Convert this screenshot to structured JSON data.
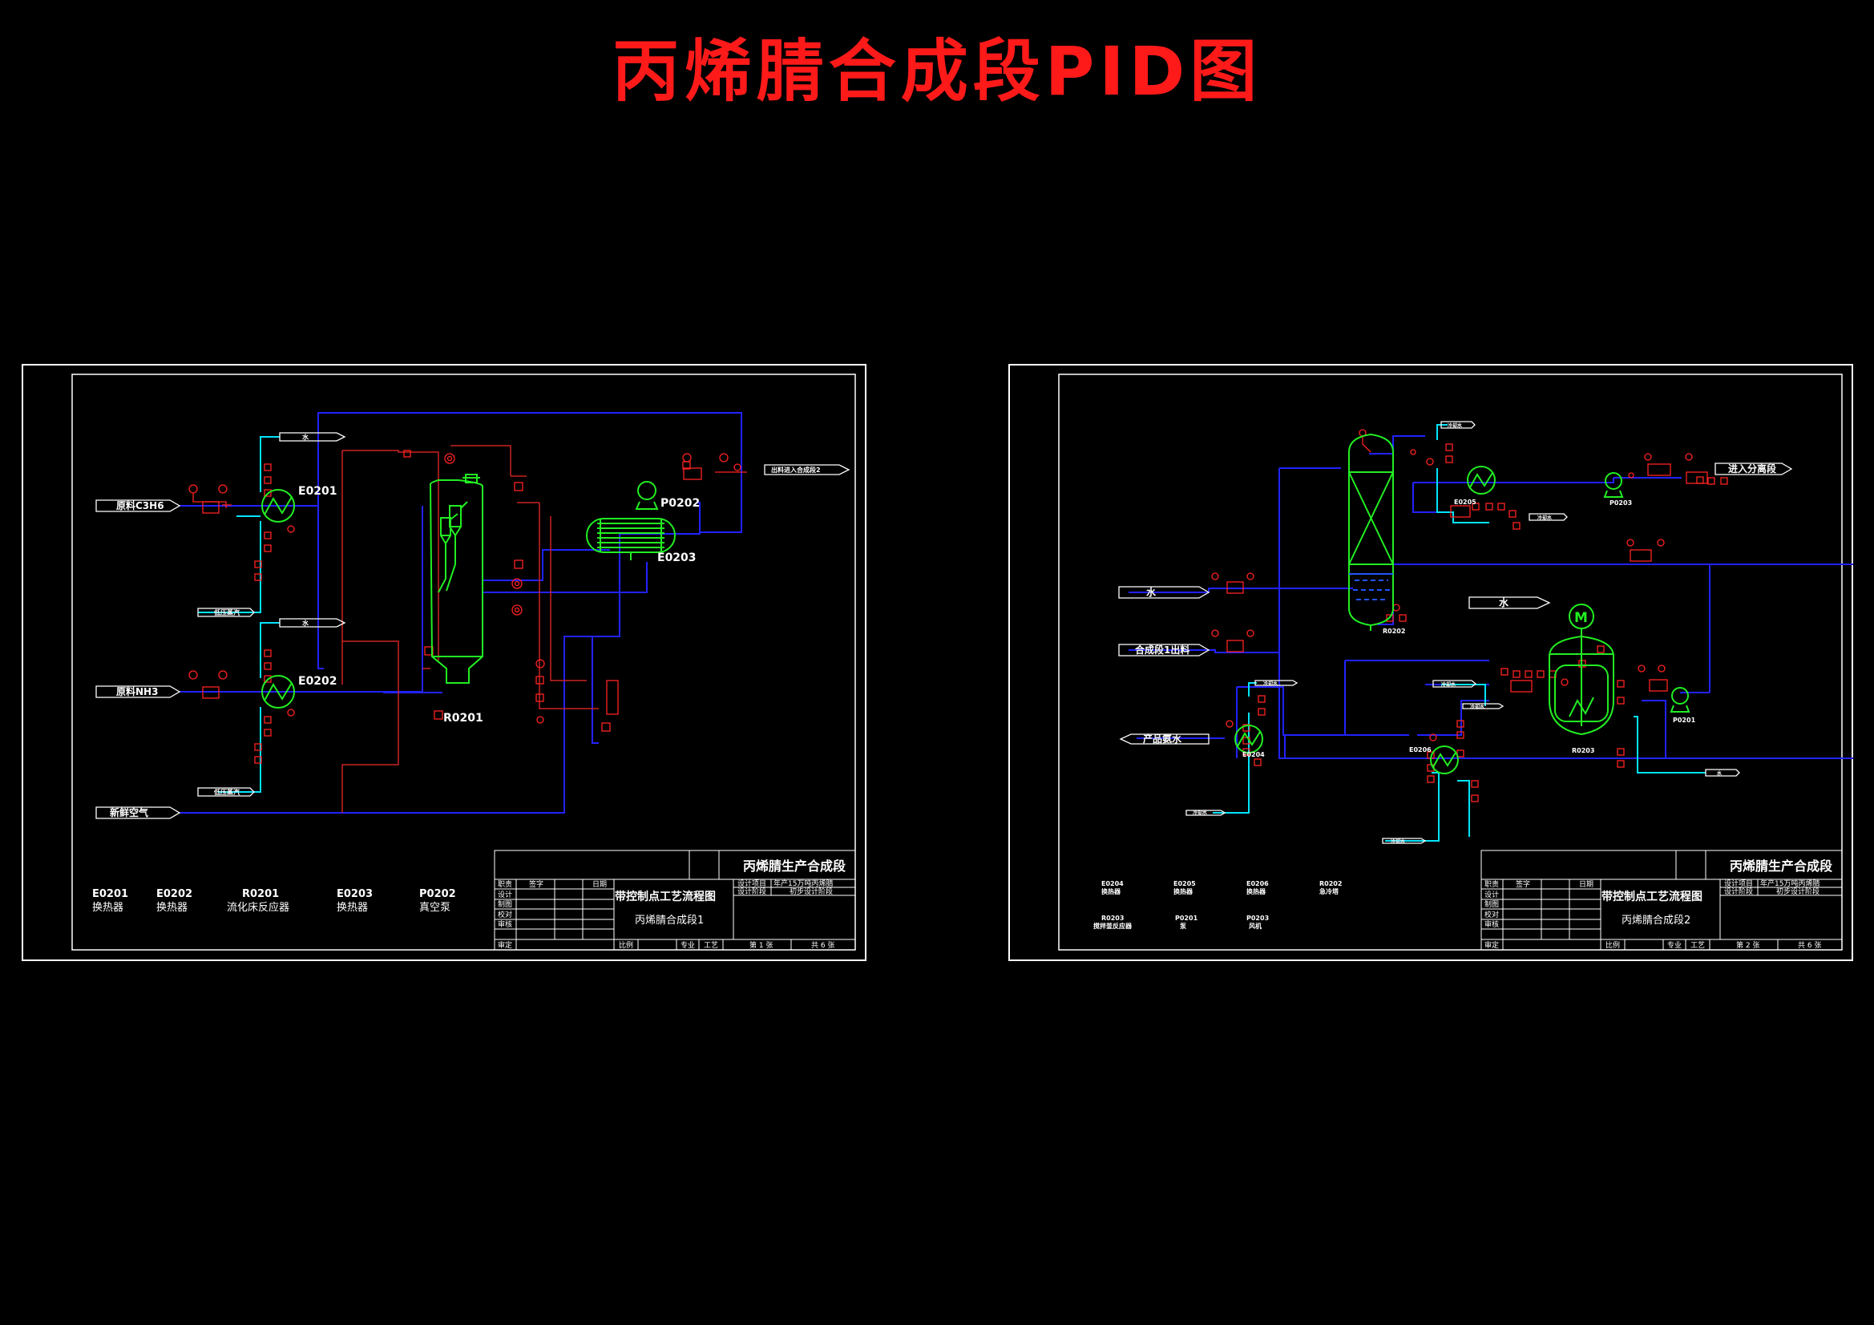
{
  "title": "丙烯腈合成段PID图",
  "colors": {
    "background": "#000000",
    "title": "#ff1a1a",
    "frame": "#ffffff",
    "process_line": "#1a1aff",
    "equipment": "#22ee22",
    "water_line": "#00ffff",
    "signal_line": "#cc2222",
    "instrument": "#ff2020"
  },
  "sheet1": {
    "streams": {
      "c3h6_in": "原料C3H6",
      "nh3_in": "原料NH3",
      "air_in": "新鲜空气",
      "water1": "水",
      "water2": "水",
      "steam1": "低压蒸汽",
      "steam2": "低压蒸汽",
      "outlet": "出料进入合成段2"
    },
    "tags": {
      "e0201": "E0201",
      "e0202": "E0202",
      "r0201": "R0201",
      "e0203": "E0203",
      "p0202": "P0202"
    },
    "legend": [
      {
        "tag": "E0201",
        "name": "换热器"
      },
      {
        "tag": "E0202",
        "name": "换热器"
      },
      {
        "tag": "R0201",
        "name": "流化床反应器"
      },
      {
        "tag": "E0203",
        "name": "换热器"
      },
      {
        "tag": "P0202",
        "name": "真空泵"
      }
    ],
    "title_block": {
      "company": "丙烯腈生产合成段",
      "drawing": "带控制点工艺流程图",
      "section": "丙烯腈合成段1",
      "roles": [
        "职责",
        "设计",
        "制图",
        "校对",
        "审核",
        "审定"
      ],
      "sign_header": "签字",
      "date_header": "日期",
      "project_label": "设计项目",
      "project_value": "年产15万吨丙烯腈",
      "stage_label": "设计阶段",
      "stage_value": "初步设计阶段",
      "scale_label": "比例",
      "major_label": "专业",
      "major_value": "工艺",
      "sheet_no": "第 1 张",
      "sheet_total": "共 6 张"
    }
  },
  "sheet2": {
    "streams": {
      "water_in": "水",
      "feed_in": "合成段1出料",
      "product_out": "产品氨水",
      "water_out": "水",
      "to_separation": "进入分离段",
      "cw1": "冷却水",
      "cw2": "冷却水",
      "cw3": "冷却水",
      "cw4": "冷却水",
      "cw5": "冷却水",
      "cw6": "冷却水",
      "cw7": "冷却水",
      "cw8": "水"
    },
    "tags": {
      "t0202": "R0202",
      "e0205": "E0205",
      "e0204": "E0204",
      "e0206": "E0206",
      "p0203": "P0203",
      "p0201": "P0201",
      "r0203": "R0203"
    },
    "legend": [
      {
        "tag": "E0204",
        "name": "换热器"
      },
      {
        "tag": "E0205",
        "name": "换热器"
      },
      {
        "tag": "E0206",
        "name": "换热器"
      },
      {
        "tag": "R0202",
        "name": "急冷塔"
      },
      {
        "tag": "R0203",
        "name": "搅拌釜反应器"
      },
      {
        "tag": "P0201",
        "name": "泵"
      },
      {
        "tag": "P0203",
        "name": "风机"
      }
    ],
    "title_block": {
      "company": "丙烯腈生产合成段",
      "drawing": "带控制点工艺流程图",
      "section": "丙烯腈合成段2",
      "roles": [
        "职责",
        "设计",
        "制图",
        "校对",
        "审核",
        "审定"
      ],
      "sign_header": "签字",
      "date_header": "日期",
      "project_label": "设计项目",
      "project_value": "年产15万吨丙烯腈",
      "stage_label": "设计阶段",
      "stage_value": "初步设计阶段",
      "scale_label": "比例",
      "major_label": "专业",
      "major_value": "工艺",
      "sheet_no": "第 2 张",
      "sheet_total": "共 6 张"
    }
  }
}
